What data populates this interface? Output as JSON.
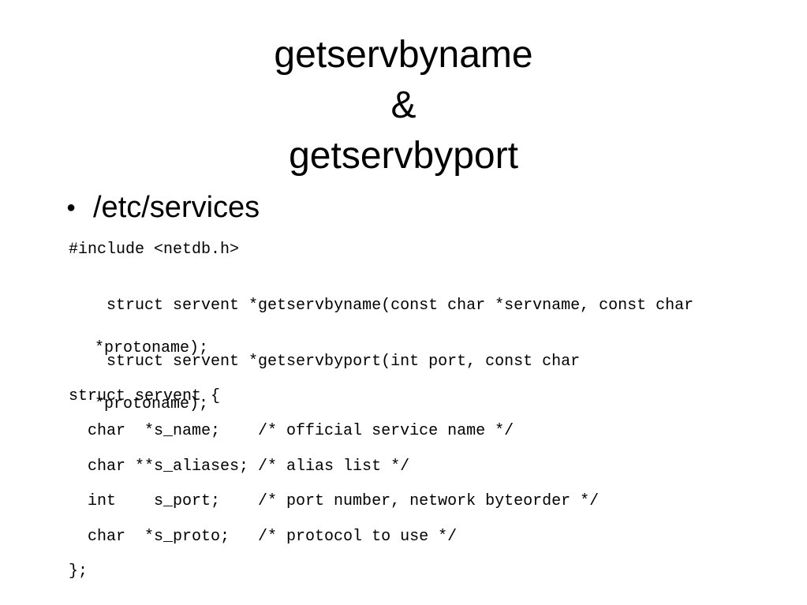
{
  "title": {
    "line1": "getservbyname",
    "line2": "&",
    "line3": "getservbyport"
  },
  "bullet": {
    "marker": "●",
    "text": "/etc/services"
  },
  "code": {
    "include": "#include <netdb.h>",
    "decl1_line1": "struct servent *getservbyname(const char *servname, const char",
    "decl1_line2": "*protoname);",
    "decl2_line1": "struct servent *getservbyport(int port, const char",
    "decl2_line2": "*protoname);",
    "struct_open": "struct servent {",
    "field1": "  char  *s_name;    /* official service name */",
    "field2": "  char **s_aliases; /* alias list */",
    "field3": "  int    s_port;    /* port number, network byteorder */",
    "field4": "  char  *s_proto;   /* protocol to use */",
    "struct_close": "};"
  }
}
